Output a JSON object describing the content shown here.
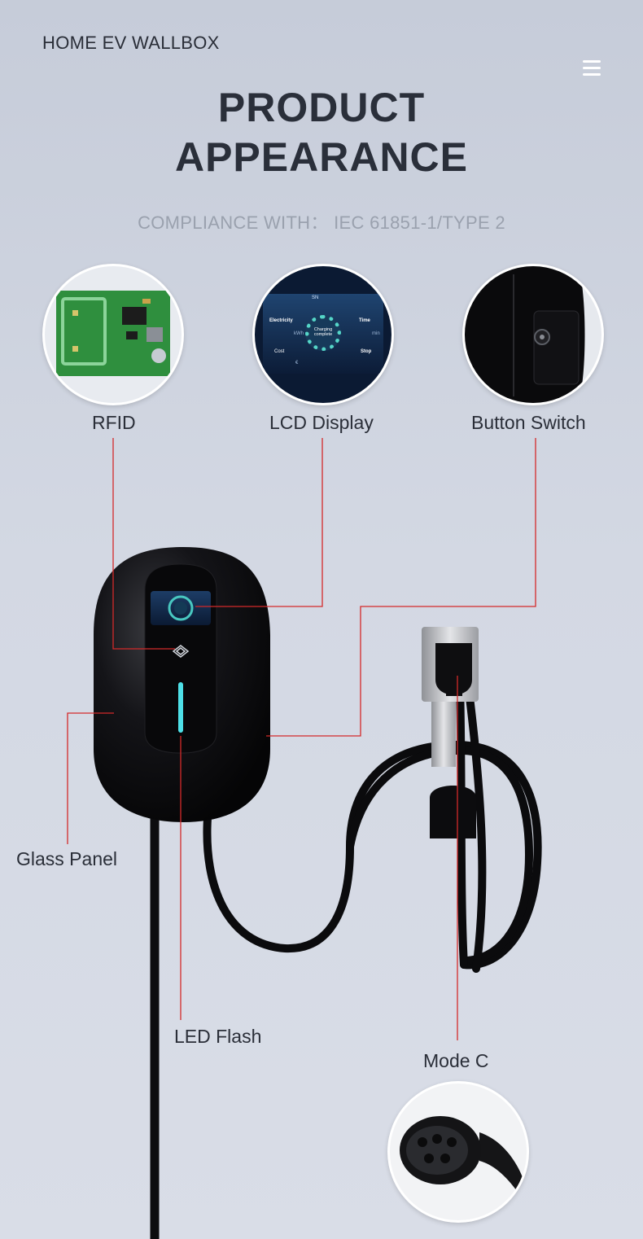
{
  "header": {
    "brand": "HOME EV WALLBOX",
    "menu_icon": "hamburger-icon"
  },
  "hero": {
    "title_line1": "PRODUCT",
    "title_line2": "APPEARANCE",
    "compliance": "COMPLIANCE WITH：  IEC 61851-1/TYPE 2"
  },
  "features": {
    "rfid": "RFID",
    "lcd": "LCD Display",
    "button": "Button Switch",
    "glass": "Glass Panel",
    "led": "LED Flash",
    "mode": "Mode C"
  },
  "lcd_screen": {
    "sn": "SN",
    "electricity": "Electricity",
    "time": "Time",
    "kwh": "kWh",
    "min": "min",
    "cost": "Cost",
    "stop": "Stop",
    "status_line1": "Charging",
    "status_line2": "complete",
    "currency": "€"
  },
  "colors": {
    "callout_line": "#d42a2a",
    "led": "#4ee0e8",
    "device": "#0d0d0f"
  }
}
